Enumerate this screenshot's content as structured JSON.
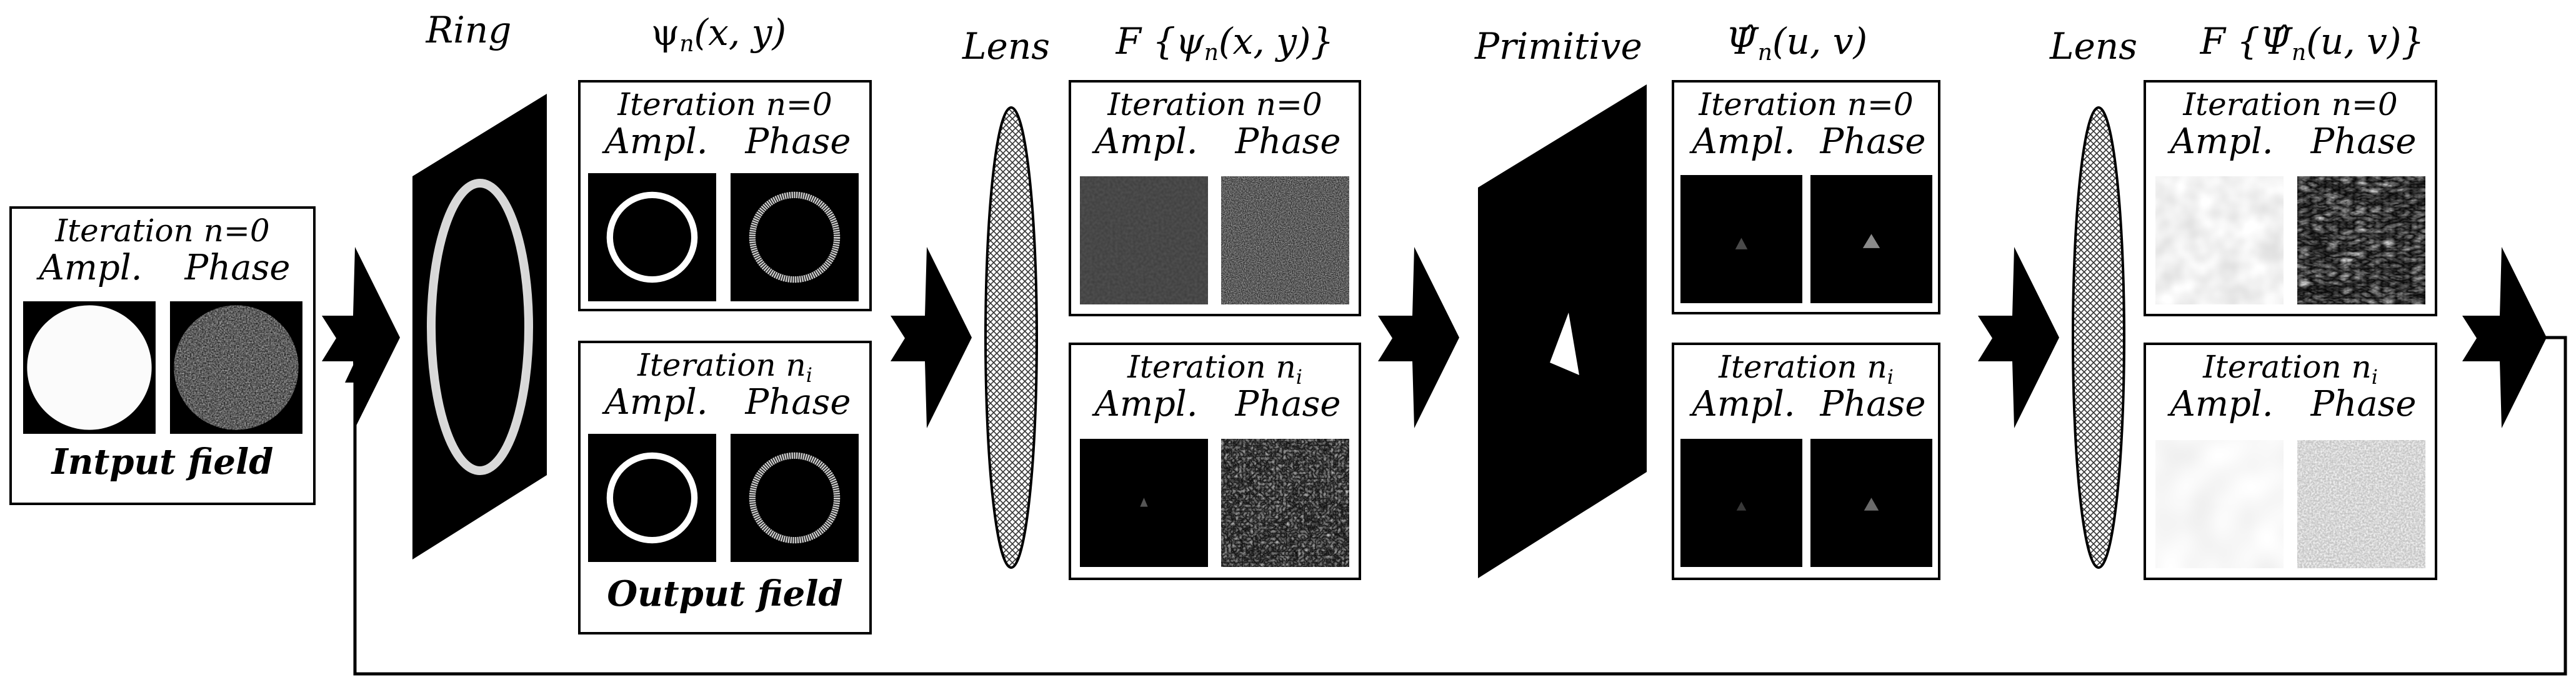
{
  "headers": {
    "ring": "Ring",
    "psi": "ψ",
    "psi_sub": "n",
    "psi_args": "(x, y)",
    "lens1": "Lens",
    "ft_psi_pre": "F {ψ",
    "ft_psi_sub": "n",
    "ft_psi_post": "(x, y)}",
    "primitive": "Primitive",
    "Psi_hat": "Ψ̂",
    "Psi_hat_sub": "n",
    "Psi_hat_args": "(u, v)",
    "lens2": "Lens",
    "ft_Psi_pre": "F {Ψ̂",
    "ft_Psi_sub": "n",
    "ft_Psi_post": "(u, v)}"
  },
  "labels": {
    "iteration_0": "Iteration n=0",
    "iteration_ni_pre": "Iteration n",
    "iteration_ni_sub": "i",
    "ampl": "Ampl.",
    "phase": "Phase",
    "input_field": "Intput field",
    "output_field": "Output field"
  },
  "colors": {
    "background": "#ffffff",
    "ink": "#000000"
  }
}
